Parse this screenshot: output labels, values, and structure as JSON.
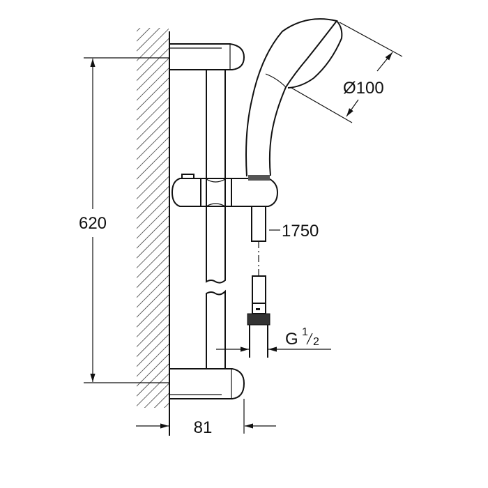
{
  "dimensions": {
    "rail_height": "620",
    "wall_projection": "81",
    "head_diameter": "Ø100",
    "hose_length": "1750",
    "connection_thread_main": "G",
    "connection_thread_num": "1",
    "connection_thread_den": "2"
  }
}
